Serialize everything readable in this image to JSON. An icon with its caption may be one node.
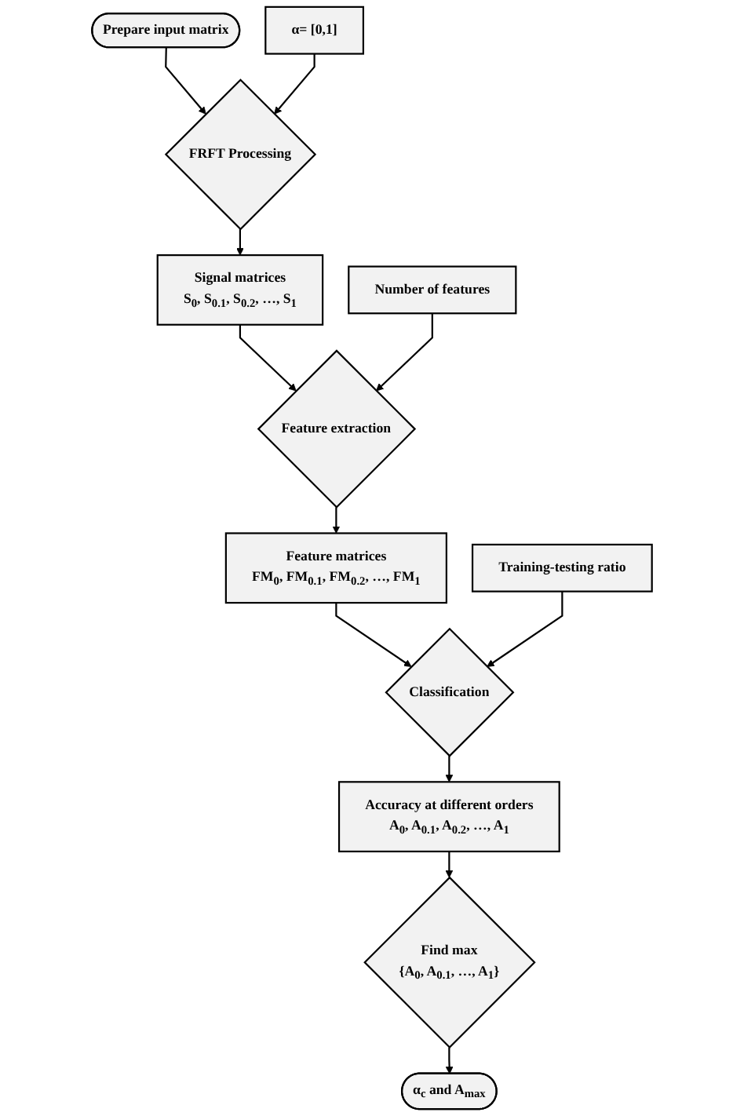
{
  "diagram": {
    "nodes": [
      {
        "text": [
          "Prepare input matrix"
        ]
      },
      {
        "text": [
          "α= [0,1]"
        ]
      },
      {
        "text": [
          "FRFT Processing"
        ]
      },
      {
        "text": [
          "Signal matrices",
          "S$_{0}$, S$_{0.1}$, S$_{0.2}$, …, S$_{1}$"
        ]
      },
      {
        "text": [
          "Number of features"
        ]
      },
      {
        "text": [
          "Feature extraction"
        ]
      },
      {
        "text": [
          "Feature matrices",
          "FM$_{0}$, FM$_{0.1}$, FM$_{0.2}$, …, FM$_{1}$"
        ]
      },
      {
        "text": [
          "Training-testing ratio"
        ]
      },
      {
        "text": [
          "Classification"
        ]
      },
      {
        "text": [
          "Accuracy at different orders",
          "A$_{0}$, A$_{0.1}$, A$_{0.2}$, …, A$_{1}$"
        ]
      },
      {
        "text": [
          "Find max",
          "{A$_{0}$, A$_{0.1}$, …, A$_{1}$}"
        ]
      },
      {
        "text": [
          "α$_{c}$ and A$_{max}$"
        ]
      }
    ],
    "edges": [
      {
        "from": 0,
        "to": 2,
        "arrow": "to"
      },
      {
        "from": 1,
        "to": 2,
        "arrow": "to"
      },
      {
        "from": 2,
        "to": 3,
        "arrow": "to"
      },
      {
        "from": 3,
        "to": 5,
        "arrow": "to"
      },
      {
        "from": 4,
        "to": 5,
        "arrow": "to"
      },
      {
        "from": 5,
        "to": 6,
        "arrow": "to"
      },
      {
        "from": 6,
        "to": 8,
        "arrow": "to"
      },
      {
        "from": 7,
        "to": 8,
        "arrow": "to"
      },
      {
        "from": 8,
        "to": 9,
        "arrow": "to"
      },
      {
        "from": 9,
        "to": 10,
        "arrow": "to"
      },
      {
        "from": 10,
        "to": 11,
        "arrow": "to"
      }
    ]
  }
}
